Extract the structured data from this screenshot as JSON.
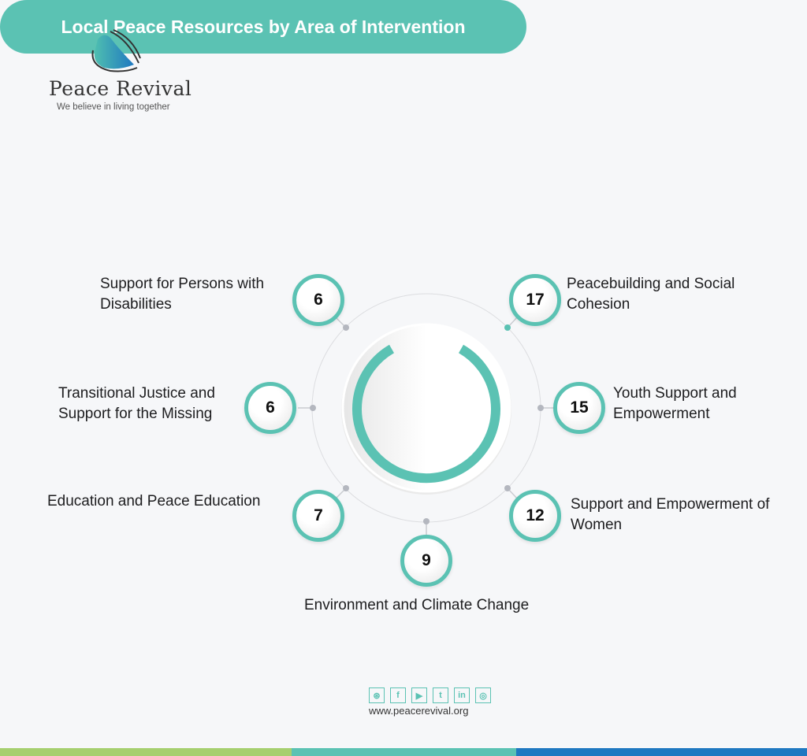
{
  "brand": {
    "name": "Peace Revival",
    "tagline": "We believe in living together"
  },
  "title": "Local Peace Resources by Area of Intervention",
  "chart_data": {
    "type": "table",
    "title": "Local Peace Resources by Area of Intervention",
    "categories": [
      "Support for Persons with Disabilities",
      "Peacebuilding and Social Cohesion",
      "Transitional Justice and Support for the Missing",
      "Youth Support and Empowerment",
      "Education and Peace Education",
      "Support and Empowerment of Women",
      "Environment and Climate Change"
    ],
    "values": [
      6,
      17,
      6,
      15,
      7,
      12,
      9
    ]
  },
  "items": [
    {
      "value": "6",
      "label": "Support for Persons with Disabilities"
    },
    {
      "value": "17",
      "label": "Peacebuilding and Social Cohesion"
    },
    {
      "value": "6",
      "label": "Transitional Justice and Support for the Missing"
    },
    {
      "value": "15",
      "label": "Youth Support and Empowerment"
    },
    {
      "value": "7",
      "label": "Education and Peace Education"
    },
    {
      "value": "12",
      "label": "Support and Empowerment of Women"
    },
    {
      "value": "9",
      "label": "Environment and Climate Change"
    }
  ],
  "footer": {
    "social": [
      "dribbble-icon",
      "facebook-icon",
      "youtube-icon",
      "twitter-icon",
      "linkedin-icon",
      "instagram-icon"
    ],
    "website": "www.peacerevival.org"
  },
  "colors": {
    "accent": "#5bc2b3",
    "bar_green": "#a6cf6f",
    "bar_teal": "#5bc2b3",
    "bar_blue": "#1f78c1"
  }
}
